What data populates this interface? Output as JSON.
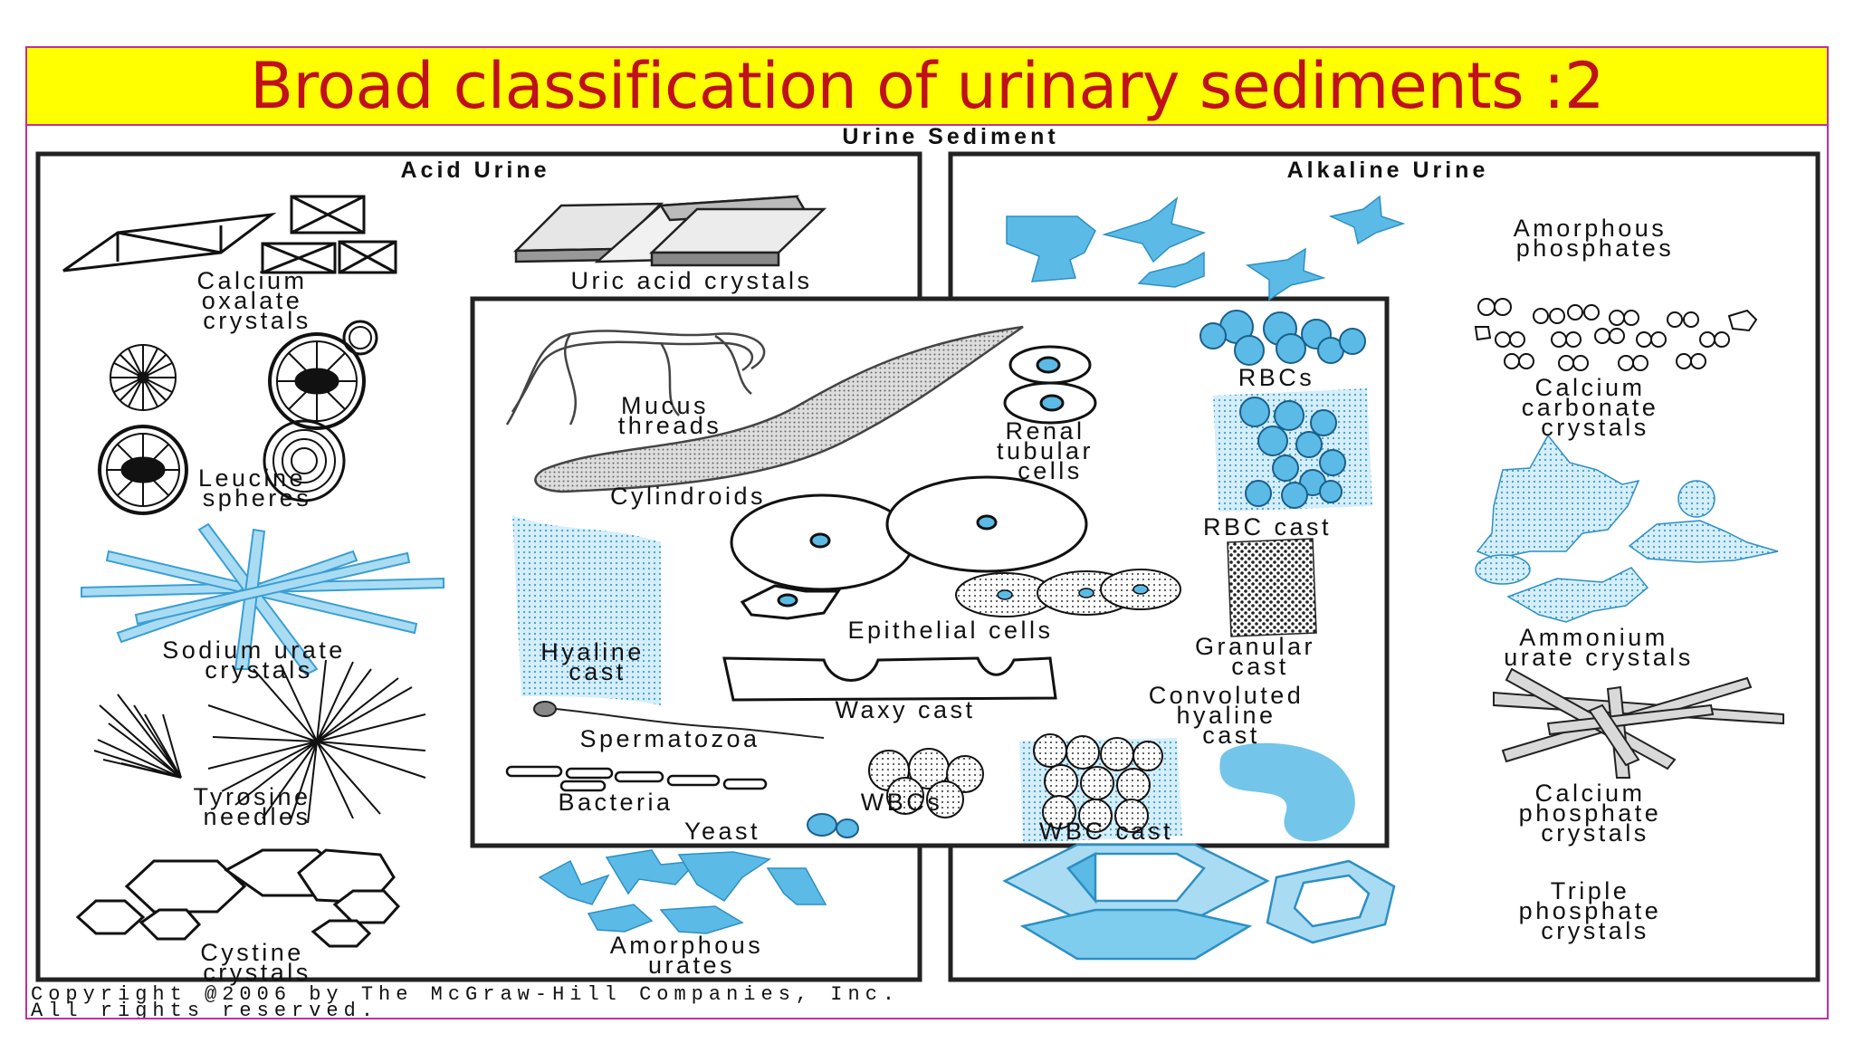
{
  "title": "Broad classification of urinary sediments :2",
  "diagram": {
    "heading": "Urine Sediment",
    "acid_panel": {
      "heading": "Acid Urine",
      "items": [
        {
          "lines": [
            "Calcium",
            "oxalate",
            "crystals"
          ]
        },
        {
          "lines": [
            "Uric acid crystals"
          ]
        },
        {
          "lines": [
            "Leucine",
            "spheres"
          ]
        },
        {
          "lines": [
            "Sodium urate",
            "crystals"
          ]
        },
        {
          "lines": [
            "Tyrosine",
            "needles"
          ]
        },
        {
          "lines": [
            "Cystine",
            "crystals"
          ]
        },
        {
          "lines": [
            "Amorphous",
            "urates"
          ]
        }
      ]
    },
    "alkaline_panel": {
      "heading": "Alkaline Urine",
      "items": [
        {
          "lines": [
            "Amorphous",
            "phosphates"
          ]
        },
        {
          "lines": [
            "Calcium",
            "carbonate",
            "crystals"
          ]
        },
        {
          "lines": [
            "Ammonium",
            "urate crystals"
          ]
        },
        {
          "lines": [
            "Calcium",
            "phosphate",
            "crystals"
          ]
        },
        {
          "lines": [
            "Triple",
            "phosphate",
            "crystals"
          ]
        }
      ]
    },
    "center_panel": {
      "items": [
        {
          "lines": [
            "Mucus",
            "threads"
          ]
        },
        {
          "lines": [
            "Cylindroids"
          ]
        },
        {
          "lines": [
            "Renal",
            "tubular",
            "cells"
          ]
        },
        {
          "lines": [
            "RBCs"
          ]
        },
        {
          "lines": [
            "RBC cast"
          ]
        },
        {
          "lines": [
            "Hyaline",
            "cast"
          ]
        },
        {
          "lines": [
            "Epithelial cells"
          ]
        },
        {
          "lines": [
            "Granular",
            "cast"
          ]
        },
        {
          "lines": [
            "Waxy cast"
          ]
        },
        {
          "lines": [
            "Convoluted",
            "hyaline",
            "cast"
          ]
        },
        {
          "lines": [
            "Spermatozoa"
          ]
        },
        {
          "lines": [
            "Bacteria"
          ]
        },
        {
          "lines": [
            "WBCs"
          ]
        },
        {
          "lines": [
            "Yeast"
          ]
        },
        {
          "lines": [
            "WBC cast"
          ]
        }
      ]
    },
    "copyright": [
      "Copyright @2006 by The McGraw-Hill Companies, Inc.",
      "All rights reserved."
    ]
  },
  "colors": {
    "title_bg": "#ffff00",
    "title_text": "#c0101c",
    "border": "#c0309c",
    "blue": "#5bbbe6",
    "light_blue": "#a9dcf3"
  }
}
